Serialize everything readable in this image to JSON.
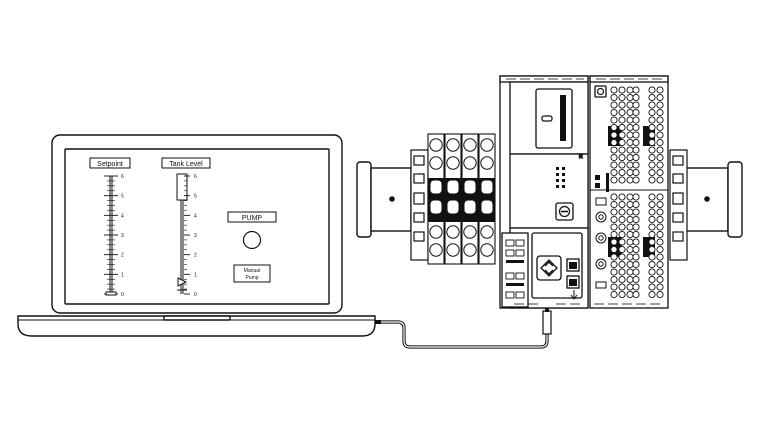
{
  "hmi": {
    "setpoint_label": "Setpoint",
    "tank_level_label": "Tank Level",
    "scale_ticks": [
      "6",
      "5",
      "4",
      "3",
      "2",
      "1",
      "0"
    ],
    "pump_label": "PUMP",
    "manual_pump_line1": "Manual",
    "manual_pump_line2": "Pump"
  },
  "colors": {
    "stroke": "#111111",
    "background": "#ffffff",
    "fill_dark": "#111111",
    "fill_light": "#e9e9e9"
  },
  "icons": [
    "laptop-icon",
    "din-rail-icon",
    "terminal-block-icon",
    "plc-cpu-icon",
    "io-module-icon",
    "ethernet-port-icon",
    "network-cable-icon"
  ]
}
